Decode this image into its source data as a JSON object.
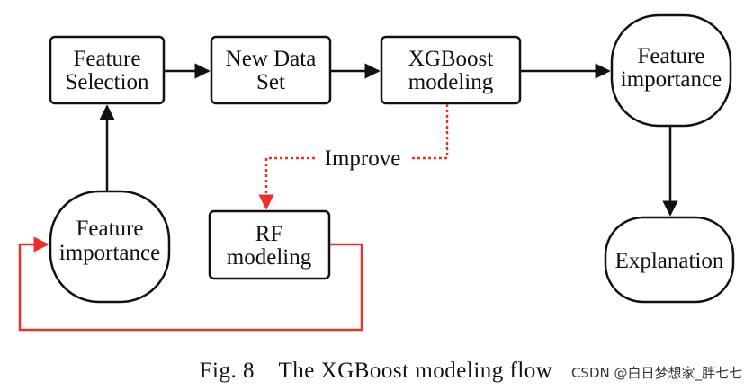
{
  "nodes": {
    "feature_selection": {
      "line1": "Feature",
      "line2": "Selection"
    },
    "new_data_set": {
      "line1": "New Data",
      "line2": "Set"
    },
    "xgboost_modeling": {
      "line1": "XGBoost",
      "line2": "modeling"
    },
    "feature_importance_right": {
      "line1": "Feature",
      "line2": "importance"
    },
    "explanation": {
      "line1": "Explanation"
    },
    "feature_importance_left": {
      "line1": "Feature",
      "line2": "importance"
    },
    "rf_modeling": {
      "line1": "RF",
      "line2": "modeling"
    }
  },
  "edge_labels": {
    "improve": "Improve"
  },
  "caption": "Fig. 8    The XGBoost modeling flow",
  "watermark": "CSDN @白日梦想家_胖七七",
  "colors": {
    "stroke": "#111111",
    "feedback": "#e8312b"
  }
}
